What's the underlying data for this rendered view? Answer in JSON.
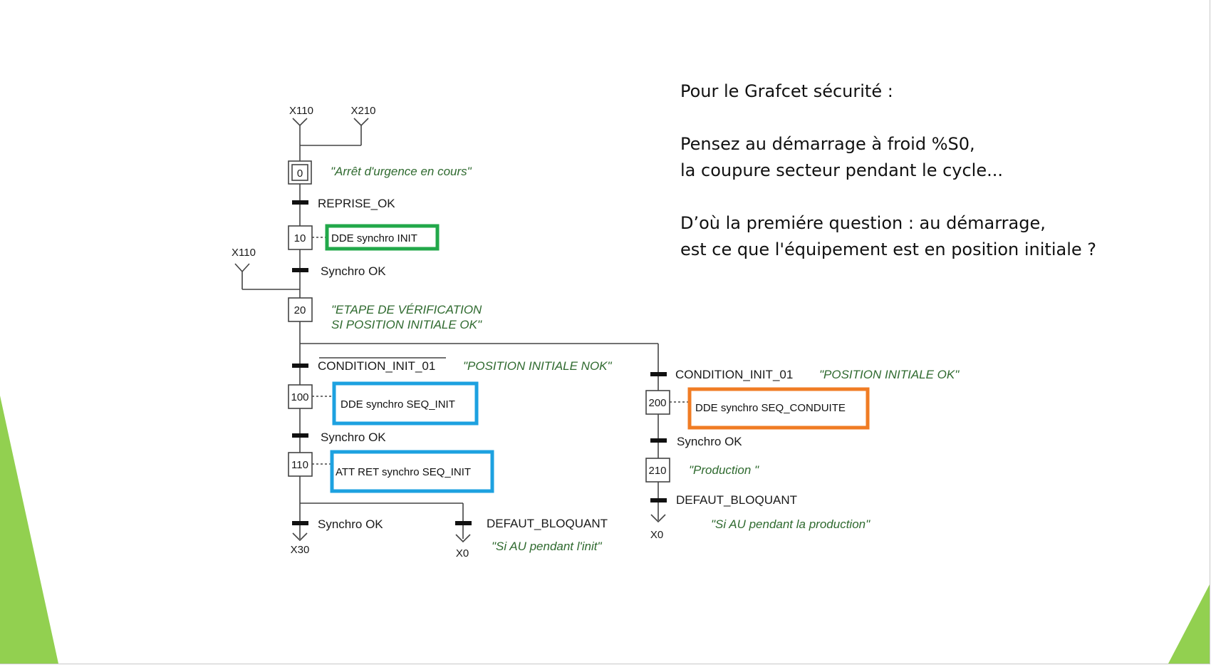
{
  "colors": {
    "accent_green": "#92d050",
    "box_green": "#22a84a",
    "box_blue": "#1da1e0",
    "box_orange": "#f07c24",
    "comment_green": "#2f6a2f"
  },
  "notes": {
    "line1": "Pour le Grafcet sécurité :",
    "line2": "Pensez au démarrage à froid %S0,",
    "line3": "la coupure secteur pendant le cycle...",
    "line4": "D’où la premiére question : au démarrage,",
    "line5": "est ce que l'équipement est en position initiale ?"
  },
  "grafcet": {
    "refs": {
      "x110_top": "X110",
      "x210_top": "X210",
      "x110_left": "X110",
      "x30": "X30",
      "x0_left": "X0",
      "x0_right": "X0"
    },
    "steps": {
      "s0": "0",
      "s10": "10",
      "s20": "20",
      "s100": "100",
      "s110": "110",
      "s200": "200",
      "s210": "210"
    },
    "comments": {
      "c0": "\"Arrêt d'urgence en cours\"",
      "c20_line1": "\"ETAPE DE VÉRIFICATION",
      "c20_line2": "SI POSITION INITIALE OK\"",
      "c_nok": "\"POSITION INITIALE  NOK\"",
      "c_ok": "\"POSITION INITIALE OK\"",
      "c210": "\"Production \"",
      "c_init": "\"Si AU pendant l'init\"",
      "c_prod": "\"Si AU pendant la production\""
    },
    "transitions": {
      "t_reprise": "REPRISE_OK",
      "t_synchro_1": "Synchro OK",
      "t_cond_nok": "CONDITION_INIT_01",
      "t_synchro_2": "Synchro OK",
      "t_synchro_3": "Synchro OK",
      "t_defaut_left": "DEFAUT_BLOQUANT",
      "t_cond_ok": "CONDITION_INIT_01",
      "t_synchro_4": "Synchro OK",
      "t_defaut_right": "DEFAUT_BLOQUANT"
    },
    "actions": {
      "a10": "DDE synchro INIT",
      "a100": "DDE synchro SEQ_INIT",
      "a110": "ATT RET synchro SEQ_INIT",
      "a200": "DDE synchro SEQ_CONDUITE"
    }
  }
}
